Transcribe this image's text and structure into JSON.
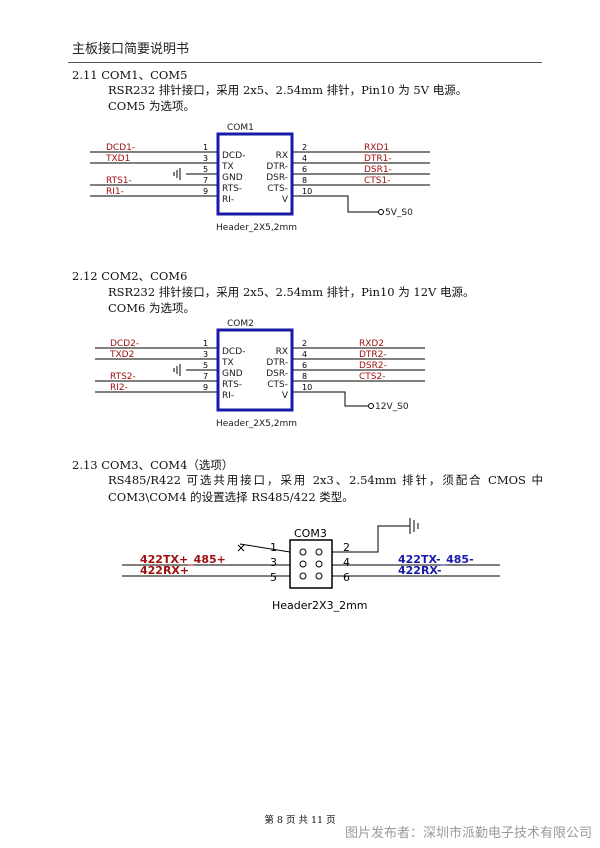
{
  "header": {
    "title": "主板接口简要说明书"
  },
  "sections": [
    {
      "heading": "2.11    COM1、COM5",
      "lines": [
        "RSR232 排针接口，采用 2x5、2.54mm 排针，Pin10 为 5V 电源。",
        "COM5 为选项。"
      ],
      "schematic": {
        "ref": "COM1",
        "footprint": "Header_2X5,2mm",
        "power_net": "5V_S0",
        "left_nets": [
          "DCD1-",
          "TXD1",
          "",
          "RTS1-",
          "RI1-"
        ],
        "right_nets": [
          "RXD1",
          "DTR1-",
          "DSR1-",
          "CTS1-"
        ],
        "left_pins": [
          "1",
          "3",
          "5",
          "7",
          "9"
        ],
        "right_pins": [
          "2",
          "4",
          "6",
          "8",
          "10"
        ],
        "left_signals": [
          "DCD-",
          "TX",
          "GND",
          "RTS-",
          "RI-"
        ],
        "right_signals": [
          "RX",
          "DTR-",
          "DSR-",
          "CTS-",
          "V"
        ]
      }
    },
    {
      "heading": "2.12    COM2、COM6",
      "lines": [
        "RSR232 排针接口，采用 2x5、2.54mm 排针，Pin10 为 12V 电源。",
        "COM6 为选项。"
      ],
      "schematic": {
        "ref": "COM2",
        "footprint": "Header_2X5,2mm",
        "power_net": "12V_S0",
        "left_nets": [
          "DCD2-",
          "TXD2",
          "",
          "RTS2-",
          "RI2-"
        ],
        "right_nets": [
          "RXD2",
          "DTR2-",
          "DSR2-",
          "CTS2-"
        ],
        "left_pins": [
          "1",
          "3",
          "5",
          "7",
          "9"
        ],
        "right_pins": [
          "2",
          "4",
          "6",
          "8",
          "10"
        ],
        "left_signals": [
          "DCD-",
          "TX",
          "GND",
          "RTS-",
          "RI-"
        ],
        "right_signals": [
          "RX",
          "DTR-",
          "DSR-",
          "CTS-",
          "V"
        ]
      }
    },
    {
      "heading": "2.13    COM3、COM4（选项）",
      "lines": [
        "RS485/R422 可选共用接口，采用 2x3、2.54mm 排针，须配合 CMOS 中",
        "COM3\\COM4 的设置选择 RS485/422 类型。"
      ],
      "schematic": {
        "ref": "COM3",
        "footprint": "Header2X3_2mm",
        "left_nets": [
          "422TX+_485+",
          "422RX+"
        ],
        "right_nets": [
          "422TX-_485-",
          "422RX-"
        ],
        "left_pins": [
          "1",
          "3",
          "5"
        ],
        "right_pins": [
          "2",
          "4",
          "6"
        ]
      }
    }
  ],
  "footer": {
    "page": "第 8 页 共 11 页"
  },
  "watermark": "图片发布者：深圳市派勤电子技术有限公司"
}
